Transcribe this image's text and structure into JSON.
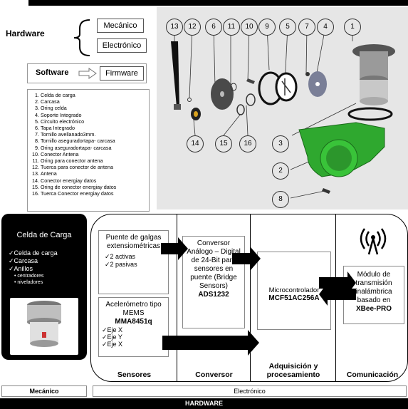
{
  "top": {
    "hardware_label": "Hardware",
    "mechanical": "Mecánico",
    "electronic": "Electrónico",
    "software_label": "Software",
    "firmware": "Firmware"
  },
  "parts_legend": [
    "Celda de carga",
    "Carcasa",
    "Oring celda",
    "Soporte Integrado",
    "Circuito electrónico",
    "Tapa Integrado",
    "Tornillo avellanado3mm.",
    "Tornillo aseguradortapa- carcasa",
    "Oring aseguradortapa- carcasa",
    "Conector Antena",
    "Oring para conector antena",
    "Tuerca para conector de antena",
    "Antena",
    "Conector energiay datos",
    "Oring de conector energiay datos",
    "Tuerca Conector energiay datos"
  ],
  "exploded_numbers": [
    "13",
    "12",
    "6",
    "11",
    "10",
    "9",
    "5",
    "7",
    "4",
    "1",
    "3",
    "2",
    "8",
    "14",
    "15",
    "16"
  ],
  "cell": {
    "title": "Celda de Carga",
    "items": [
      "✓Celda de carga",
      "✓Carcasa",
      "✓Anillos"
    ],
    "subitems": [
      "• centradores",
      "• niveladores"
    ]
  },
  "blocks": {
    "bridge": "Puente de galgas extensiométricas",
    "bridge_items": [
      "✓2 activas",
      "✓2 pasivas"
    ],
    "accel_title": "Acelerómetro tipo MEMS",
    "accel_model": "MMA8451q",
    "accel_axes": [
      "✓Eje X",
      "✓Eje Y",
      "✓Eje X"
    ],
    "converter": "Conversor Análogo – Digital de 24-Bit para sensores en puente (Bridge Sensors)",
    "converter_model": "ADS1232",
    "mcu": "Microcontrolador",
    "mcu_model": "MCF51AC256A",
    "radio": "Módulo de transmisión inalámbrica basado en",
    "radio_model": "XBee-PRO"
  },
  "columns": {
    "sensors": "Sensores",
    "converter": "Conversor",
    "acquisition": "Adquisición y procesamiento",
    "communication": "Comunicación"
  },
  "bottom": {
    "mechanical": "Mecánico",
    "electronic": "Electrónico",
    "hardware": "HARDWARE"
  },
  "colors": {
    "green_part": "#2fa82f",
    "panel_bg": "#e6e6e6"
  }
}
